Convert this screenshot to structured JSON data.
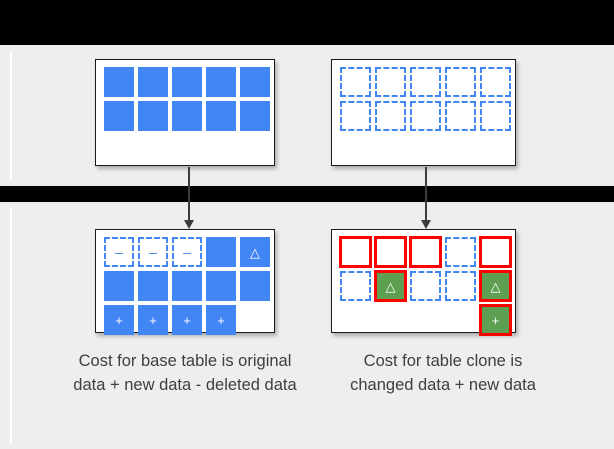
{
  "colors": {
    "background": "#000000",
    "band": "#eeeeee",
    "card": "#ffffff",
    "blue": "#4285f4",
    "green": "#5e9f52",
    "red_flag": "#ff0000",
    "text": "#3c4043",
    "border": "#1a1a1a"
  },
  "glyphs": {
    "minus": "–",
    "plus": "+",
    "delta": "△"
  },
  "top_row": {
    "base_table": {
      "name": "base-table-original",
      "rows": [
        [
          {
            "style": "solid",
            "glyph": "",
            "flag": false
          },
          {
            "style": "solid",
            "glyph": "",
            "flag": false
          },
          {
            "style": "solid",
            "glyph": "",
            "flag": false
          },
          {
            "style": "solid",
            "glyph": "",
            "flag": false
          },
          {
            "style": "solid",
            "glyph": "",
            "flag": false
          }
        ],
        [
          {
            "style": "solid",
            "glyph": "",
            "flag": false
          },
          {
            "style": "solid",
            "glyph": "",
            "flag": false
          },
          {
            "style": "solid",
            "glyph": "",
            "flag": false
          },
          {
            "style": "solid",
            "glyph": "",
            "flag": false
          },
          {
            "style": "solid",
            "glyph": "",
            "flag": false
          }
        ]
      ]
    },
    "clone_table": {
      "name": "table-clone-original",
      "rows": [
        [
          {
            "style": "dashed",
            "glyph": "",
            "flag": false
          },
          {
            "style": "dashed",
            "glyph": "",
            "flag": false
          },
          {
            "style": "dashed",
            "glyph": "",
            "flag": false
          },
          {
            "style": "dashed",
            "glyph": "",
            "flag": false
          },
          {
            "style": "dashed",
            "glyph": "",
            "flag": false
          }
        ],
        [
          {
            "style": "dashed",
            "glyph": "",
            "flag": false
          },
          {
            "style": "dashed",
            "glyph": "",
            "flag": false
          },
          {
            "style": "dashed",
            "glyph": "",
            "flag": false
          },
          {
            "style": "dashed",
            "glyph": "",
            "flag": false
          },
          {
            "style": "dashed",
            "glyph": "",
            "flag": false
          }
        ]
      ]
    }
  },
  "bottom_row": {
    "base_table": {
      "name": "base-table-final",
      "rows": [
        [
          {
            "style": "dashed",
            "glyph": "–",
            "flag": false
          },
          {
            "style": "dashed",
            "glyph": "–",
            "flag": false
          },
          {
            "style": "dashed",
            "glyph": "–",
            "flag": false
          },
          {
            "style": "solid",
            "glyph": "",
            "flag": false
          },
          {
            "style": "solid",
            "glyph": "△",
            "flag": false
          }
        ],
        [
          {
            "style": "solid",
            "glyph": "",
            "flag": false
          },
          {
            "style": "solid",
            "glyph": "",
            "flag": false
          },
          {
            "style": "solid",
            "glyph": "",
            "flag": false
          },
          {
            "style": "solid",
            "glyph": "",
            "flag": false
          },
          {
            "style": "solid",
            "glyph": "",
            "flag": false
          }
        ],
        [
          {
            "style": "solid",
            "glyph": "+",
            "flag": false
          },
          {
            "style": "solid",
            "glyph": "+",
            "flag": false
          },
          {
            "style": "solid",
            "glyph": "+",
            "flag": false
          },
          {
            "style": "solid",
            "glyph": "+",
            "flag": false
          },
          {
            "style": "empty",
            "glyph": "",
            "flag": false
          }
        ]
      ]
    },
    "clone_table": {
      "name": "table-clone-final",
      "rows": [
        [
          {
            "style": "dashed",
            "glyph": "",
            "flag": true
          },
          {
            "style": "dashed",
            "glyph": "",
            "flag": true
          },
          {
            "style": "dashed",
            "glyph": "",
            "flag": true
          },
          {
            "style": "dashed",
            "glyph": "",
            "flag": false
          },
          {
            "style": "dashed",
            "glyph": "",
            "flag": true
          }
        ],
        [
          {
            "style": "dashed",
            "glyph": "",
            "flag": false
          },
          {
            "style": "green",
            "glyph": "△",
            "flag": true
          },
          {
            "style": "dashed",
            "glyph": "",
            "flag": false
          },
          {
            "style": "dashed",
            "glyph": "",
            "flag": false
          },
          {
            "style": "green",
            "glyph": "△",
            "flag": true
          }
        ],
        [
          {
            "style": "empty",
            "glyph": "",
            "flag": false
          },
          {
            "style": "empty",
            "glyph": "",
            "flag": false
          },
          {
            "style": "empty",
            "glyph": "",
            "flag": false
          },
          {
            "style": "empty",
            "glyph": "",
            "flag": false
          },
          {
            "style": "green",
            "glyph": "+",
            "flag": true
          }
        ]
      ]
    }
  },
  "captions": {
    "base": "Cost for base table is original data + new data - deleted data",
    "clone": "Cost for table clone is changed data + new data"
  }
}
